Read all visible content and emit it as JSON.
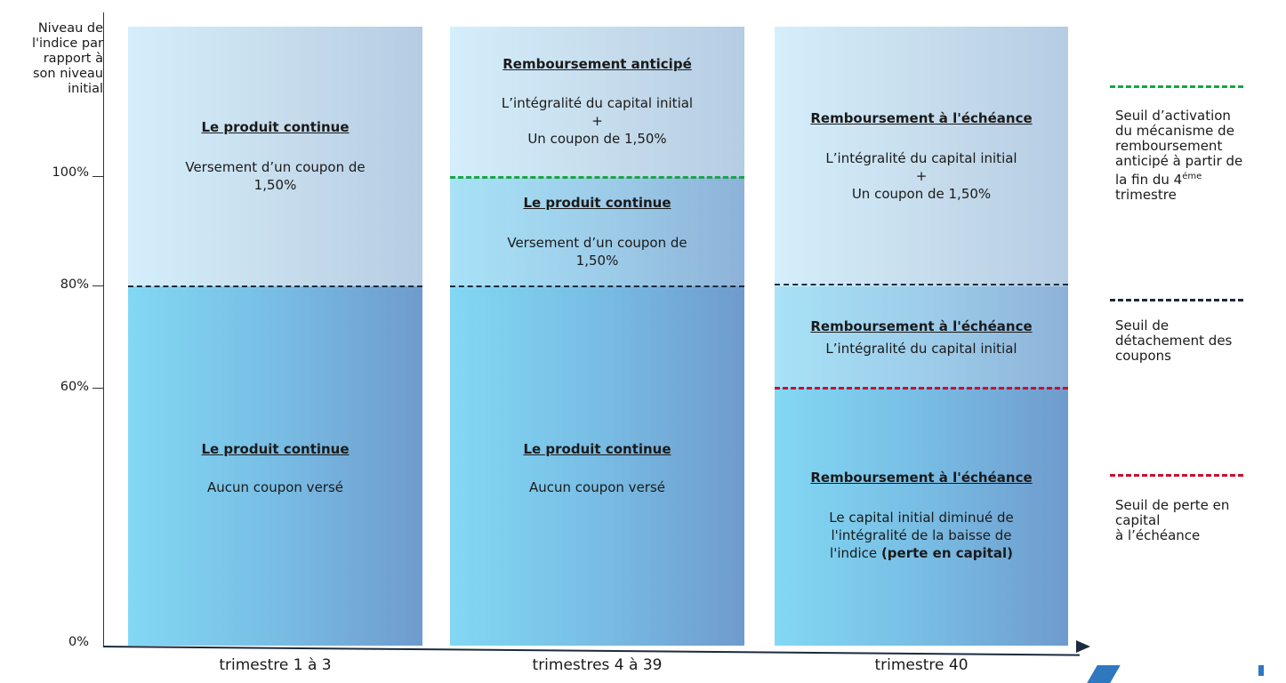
{
  "yaxis": {
    "title": [
      "Niveau de",
      "l'indice par",
      "rapport à",
      "son niveau",
      "initial"
    ],
    "ticks": [
      "100%",
      "80%",
      "60%",
      "0%"
    ]
  },
  "columns": [
    {
      "label": "trimestre 1 à 3",
      "upper": {
        "heading": "Le produit continue",
        "text": [
          "Versement d’un coupon de",
          "1,50%"
        ]
      },
      "lower": {
        "heading": "Le produit continue",
        "text": [
          "Aucun coupon versé"
        ]
      }
    },
    {
      "label": "trimestres 4 à 39",
      "top": {
        "heading": "Remboursement anticipé",
        "text": [
          "L’intégralité du capital initial",
          "+",
          "Un coupon de 1,50%"
        ]
      },
      "upper": {
        "heading": "Le produit continue",
        "text": [
          "Versement d’un coupon de",
          "1,50%"
        ]
      },
      "lower": {
        "heading": "Le produit continue",
        "text": [
          "Aucun coupon versé"
        ]
      }
    },
    {
      "label": "trimestre 40",
      "top": {
        "heading": "Remboursement à l'échéance",
        "text": [
          "L’intégralité du capital initial",
          "+",
          "Un coupon de 1,50%"
        ]
      },
      "upper": {
        "heading": "Remboursement à l'échéance",
        "text": [
          "L’intégralité du capital initial"
        ]
      },
      "lower": {
        "heading": "Remboursement à l'échéance",
        "text": [
          "Le capital initial diminué de",
          "l'intégralité de la baisse de",
          "l'indice"
        ],
        "bold_suffix": "(perte en capital)"
      }
    }
  ],
  "legend": [
    {
      "text": [
        "Seuil d’activation",
        "du mécanisme de",
        "remboursement",
        "anticipé à partir de",
        "la fin du 4"
      ],
      "superscript": "éme",
      "text_after": "trimestre",
      "color": "#1aa44a"
    },
    {
      "text": [
        "Seuil de",
        "détachement des",
        "coupons"
      ],
      "color": "#1b2b3e"
    },
    {
      "text": [
        "Seuil de perte en",
        "capital",
        "à l’échéance"
      ],
      "color": "#c8102e"
    }
  ]
}
